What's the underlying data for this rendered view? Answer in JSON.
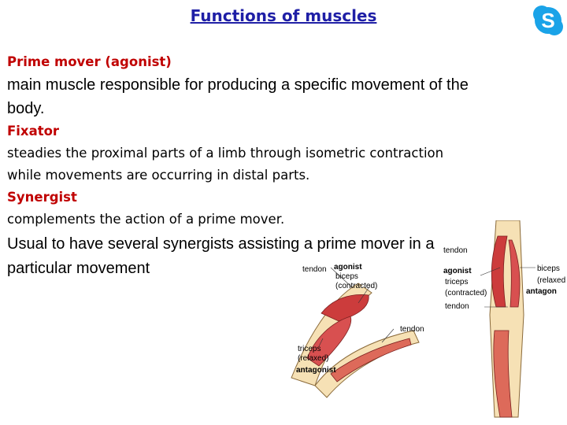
{
  "title": "Functions of muscles",
  "icons": {
    "corner_logo": "skype-logo"
  },
  "sections": {
    "prime_mover": {
      "heading": "Prime mover (agonist)",
      "line1": "main muscle responsible for producing a specific movement of the",
      "line2": "body."
    },
    "fixator": {
      "heading": "Fixator",
      "line1": "steadies the proximal parts of a limb through isometric contraction",
      "line2": "while movements are occurring in distal parts."
    },
    "synergist": {
      "heading": "Synergist",
      "line1": "complements the action of a prime mover.",
      "line2": "Usual to have several synergists assisting a prime mover in a",
      "line3": "particular movement"
    }
  },
  "diagram": {
    "bent_arm": {
      "tendon_top": "tendon",
      "agonist": "agonist",
      "biceps": "biceps",
      "contracted": "(contracted)",
      "tendon_mid": "tendon",
      "triceps": "triceps",
      "relaxed": "(relaxed)",
      "antagonist": "antagonist"
    },
    "straight_arm": {
      "tendon_top": "tendon",
      "agonist": "agonist",
      "triceps": "triceps",
      "contracted": "(contracted)",
      "tendon_low": "tendon",
      "biceps": "biceps",
      "relaxed": "(relaxed",
      "antagonist": "antagon"
    }
  }
}
